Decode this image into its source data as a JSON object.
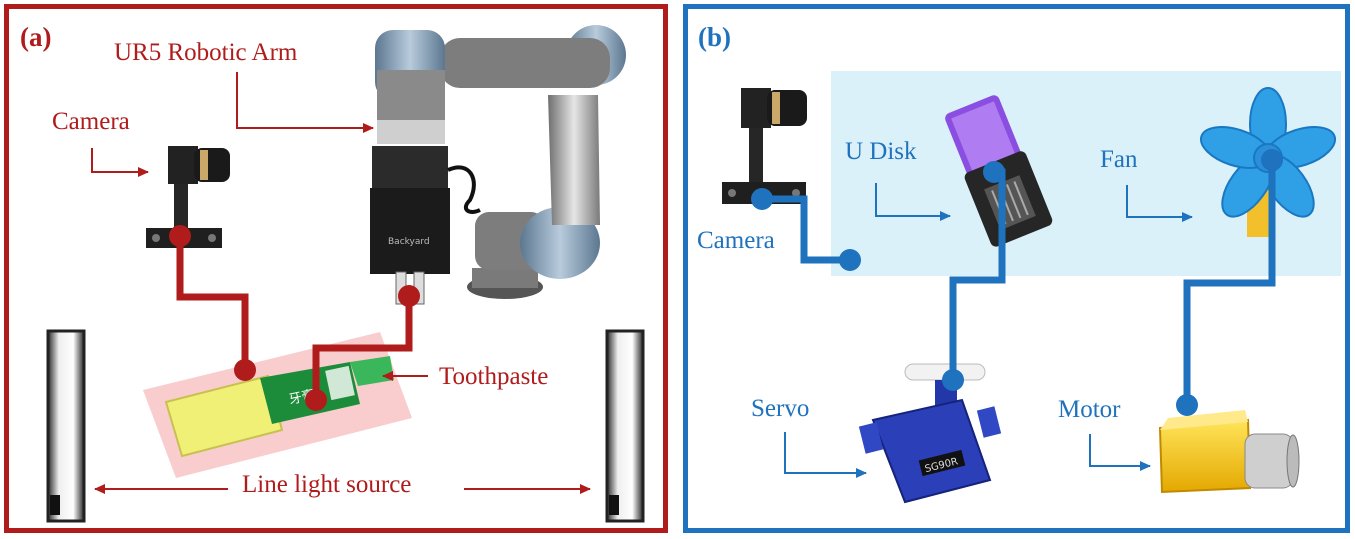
{
  "panel_a": {
    "tag": "(a)",
    "labels": {
      "robot": "UR5 Robotic Arm",
      "camera": "Camera",
      "toothpaste": "Toothpaste",
      "light": "Line light source"
    },
    "gripper_text": "Backyard",
    "tube_text": "牙膏"
  },
  "panel_b": {
    "tag": "(b)",
    "labels": {
      "camera": "Camera",
      "udisk": "U Disk",
      "fan": "Fan",
      "servo": "Servo",
      "motor": "Motor"
    },
    "servo_text": "SG90R"
  },
  "colors": {
    "red": "#b01b1b",
    "blue": "#1f72bd",
    "highlight_pink": "#f8c4c4",
    "highlight_cyan": "#daf1f9"
  }
}
